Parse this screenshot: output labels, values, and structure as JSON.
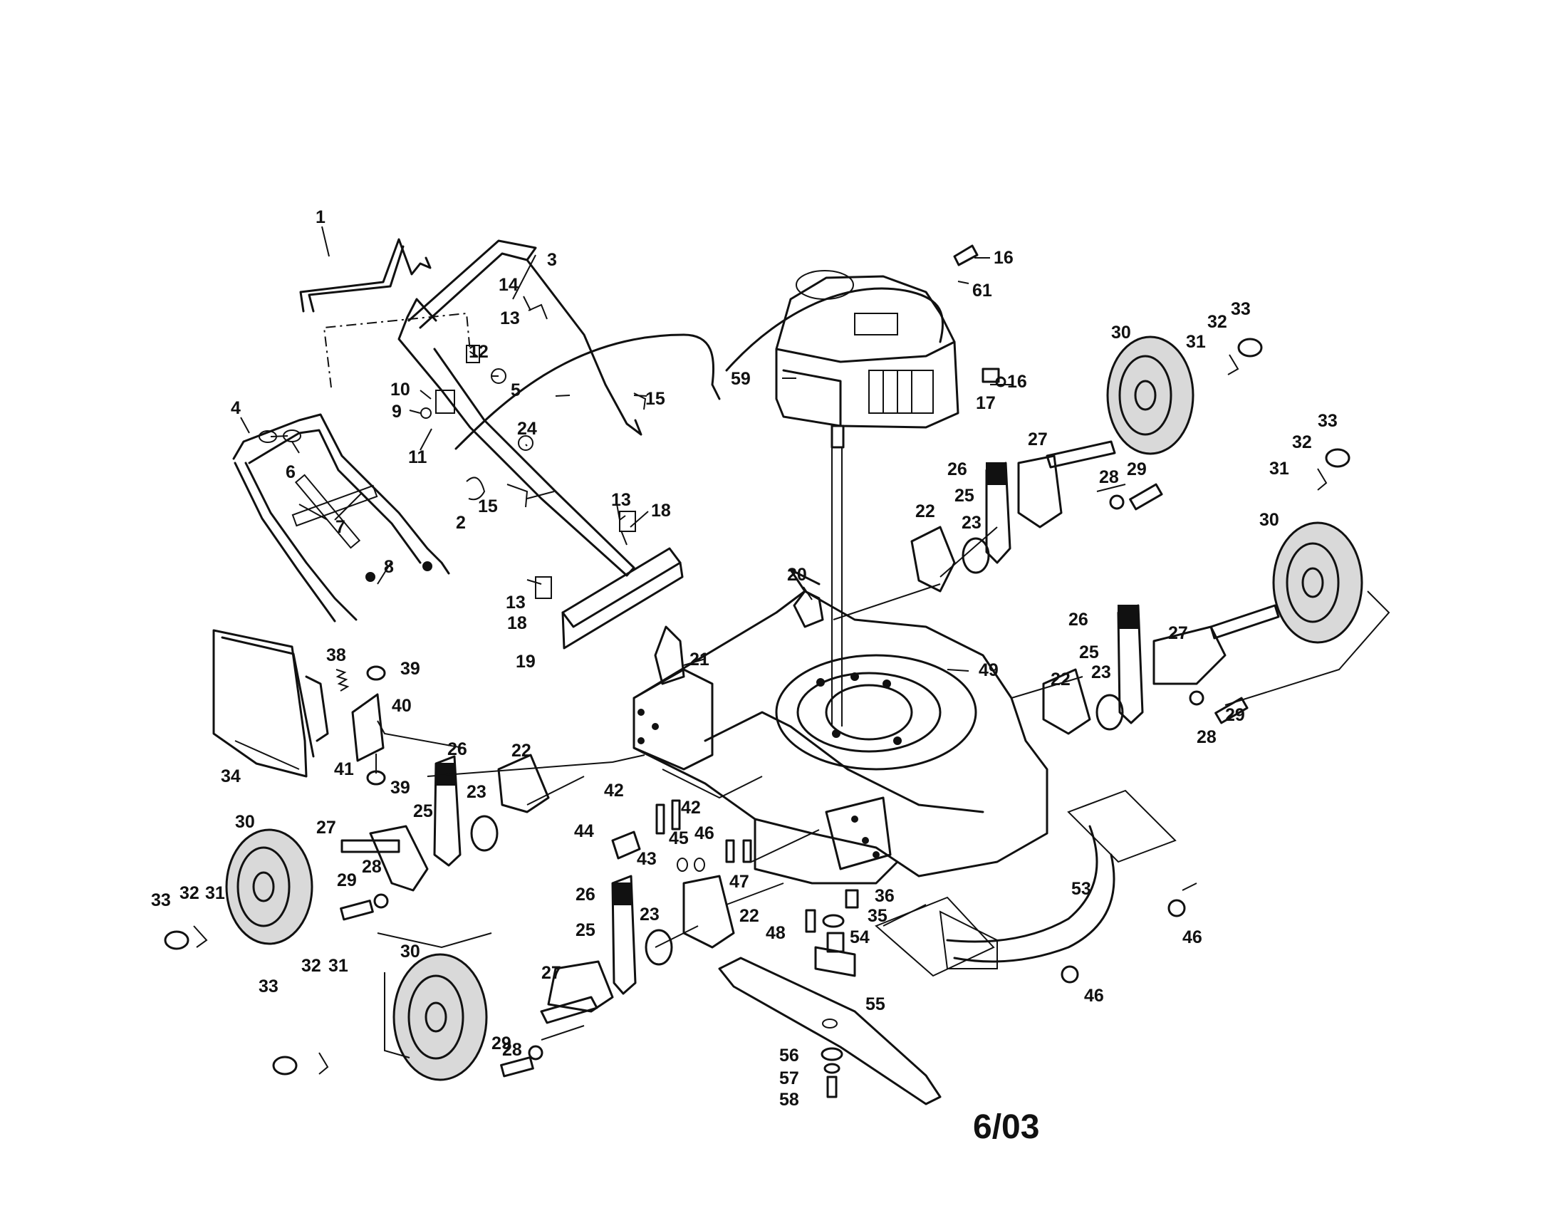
{
  "revision": "6/03",
  "callouts": {
    "c1": "1",
    "c2": "2",
    "c3": "3",
    "c4": "4",
    "c5": "5",
    "c6": "6",
    "c7": "7",
    "c8": "8",
    "c9": "9",
    "c10": "10",
    "c11": "11",
    "c12": "12",
    "c13a": "13",
    "c13b": "13",
    "c13c": "13",
    "c14": "14",
    "c15a": "15",
    "c15b": "15",
    "c16a": "16",
    "c16b": "16",
    "c17": "17",
    "c18a": "18",
    "c18b": "18",
    "c19": "19",
    "c20": "20",
    "c21": "21",
    "c22a": "22",
    "c22b": "22",
    "c22c": "22",
    "c22d": "22",
    "c23a": "23",
    "c23b": "23",
    "c23c": "23",
    "c23d": "23",
    "c24": "24",
    "c25a": "25",
    "c25b": "25",
    "c25c": "25",
    "c25d": "25",
    "c26a": "26",
    "c26b": "26",
    "c26c": "26",
    "c26d": "26",
    "c27a": "27",
    "c27b": "27",
    "c27c": "27",
    "c27d": "27",
    "c28a": "28",
    "c28b": "28",
    "c28c": "28",
    "c28d": "28",
    "c29a": "29",
    "c29b": "29",
    "c29c": "29",
    "c29d": "29",
    "c30a": "30",
    "c30b": "30",
    "c30c": "30",
    "c30d": "30",
    "c31a": "31",
    "c31b": "31",
    "c31c": "31",
    "c31d": "31",
    "c32a": "32",
    "c32b": "32",
    "c32c": "32",
    "c32d": "32",
    "c33a": "33",
    "c33b": "33",
    "c33c": "33",
    "c33d": "33",
    "c34": "34",
    "c35": "35",
    "c36": "36",
    "c38": "38",
    "c39a": "39",
    "c39b": "39",
    "c40": "40",
    "c41": "41",
    "c42a": "42",
    "c42b": "42",
    "c43": "43",
    "c44": "44",
    "c45": "45",
    "c46a": "46",
    "c46b": "46",
    "c46c": "46",
    "c47": "47",
    "c48": "48",
    "c49": "49",
    "c53": "53",
    "c54": "54",
    "c55": "55",
    "c56": "56",
    "c57": "57",
    "c58": "58",
    "c59": "59",
    "c61": "61"
  }
}
